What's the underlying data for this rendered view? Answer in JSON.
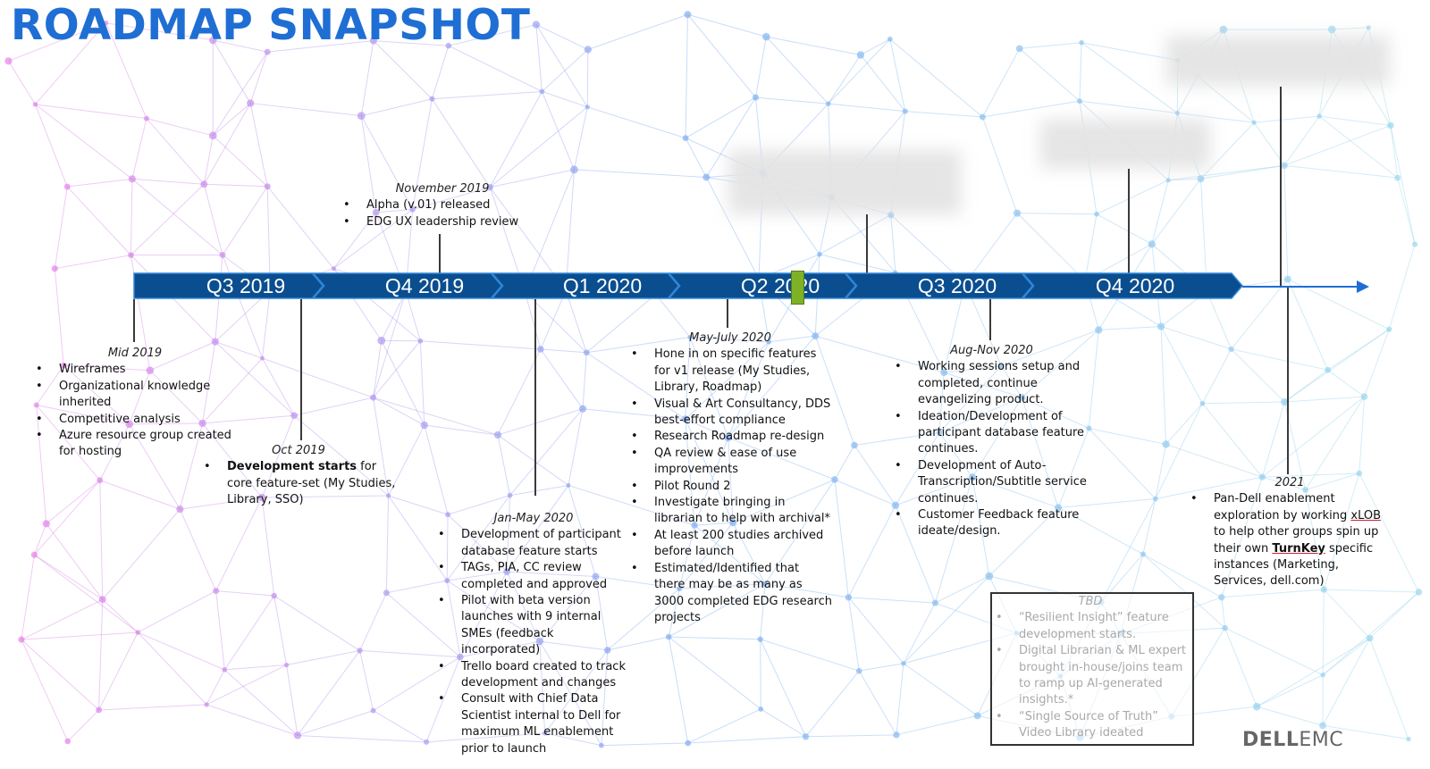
{
  "title": "ROADMAP SNAPSHOT",
  "quarters": [
    "Q3 2019",
    "Q4 2019",
    "Q1 2020",
    "Q2 2020",
    "Q3 2020",
    "Q4 2020"
  ],
  "milestones": {
    "mid2019": {
      "heading": "Mid 2019",
      "items": [
        "Wireframes",
        "Organizational knowledge inherited",
        "Competitive analysis",
        "Azure resource group created for hosting"
      ]
    },
    "oct2019": {
      "heading": "Oct 2019",
      "bold": "Development starts",
      "rest": " for core feature-set (My Studies, Library, SSO)"
    },
    "nov2019": {
      "heading": "November 2019",
      "items": [
        "Alpha (v.01) released",
        "EDG UX leadership review"
      ]
    },
    "janmay2020": {
      "heading": "Jan-May 2020",
      "items": [
        "Development of participant database feature starts",
        "TAGs, PIA, CC review completed and approved",
        "Pilot with beta version launches with 9 internal SMEs (feedback incorporated)",
        "Trello board created to track development and changes",
        "Consult with Chief Data Scientist internal to Dell for maximum ML enablement prior to launch"
      ]
    },
    "mayjul2020": {
      "heading": "May-July 2020",
      "items": [
        "Hone in on specific features for v1 release (My Studies, Library, Roadmap)",
        "Visual & Art Consultancy, DDS best-effort compliance",
        "Research Roadmap re-design",
        "QA review & ease of use improvements",
        "Pilot Round 2",
        "Investigate bringing in librarian to help with archival*",
        "At least 200 studies archived before launch",
        "Estimated/Identified that there may be as many as 3000 completed EDG research projects"
      ]
    },
    "augnov2020": {
      "heading": "Aug-Nov 2020",
      "items": [
        "Working sessions setup and completed, continue evangelizing product.",
        "Ideation/Development of participant database feature continues.",
        "Development of Auto-Transcription/Subtitle service continues.",
        "Customer Feedback feature ideate/design."
      ]
    },
    "y2021": {
      "heading": "2021",
      "p1": "Pan-Dell enablement exploration by working ",
      "xlob": "xLOB",
      "p2": " to help other groups spin up their own ",
      "turnkey": "TurnKey",
      "p3": " specific instances (Marketing, Services, dell.com)"
    },
    "tbd": {
      "heading": "TBD",
      "items": [
        "“Resilient Insight” feature development starts.",
        "Digital Librarian & ML expert brought in-house/joins team to ramp up AI-generated insights.*",
        "“Single Source of Truth” Video Library ideated"
      ]
    }
  },
  "logo": {
    "part1": "D",
    "part2": "ELL",
    "part3": "EMC"
  },
  "colors": {
    "title": "#1f6ed4",
    "band": "#0b4e8f",
    "band_edge": "#2f86d8",
    "arrow": "#1f6ed4",
    "marker": "#7fb127"
  }
}
